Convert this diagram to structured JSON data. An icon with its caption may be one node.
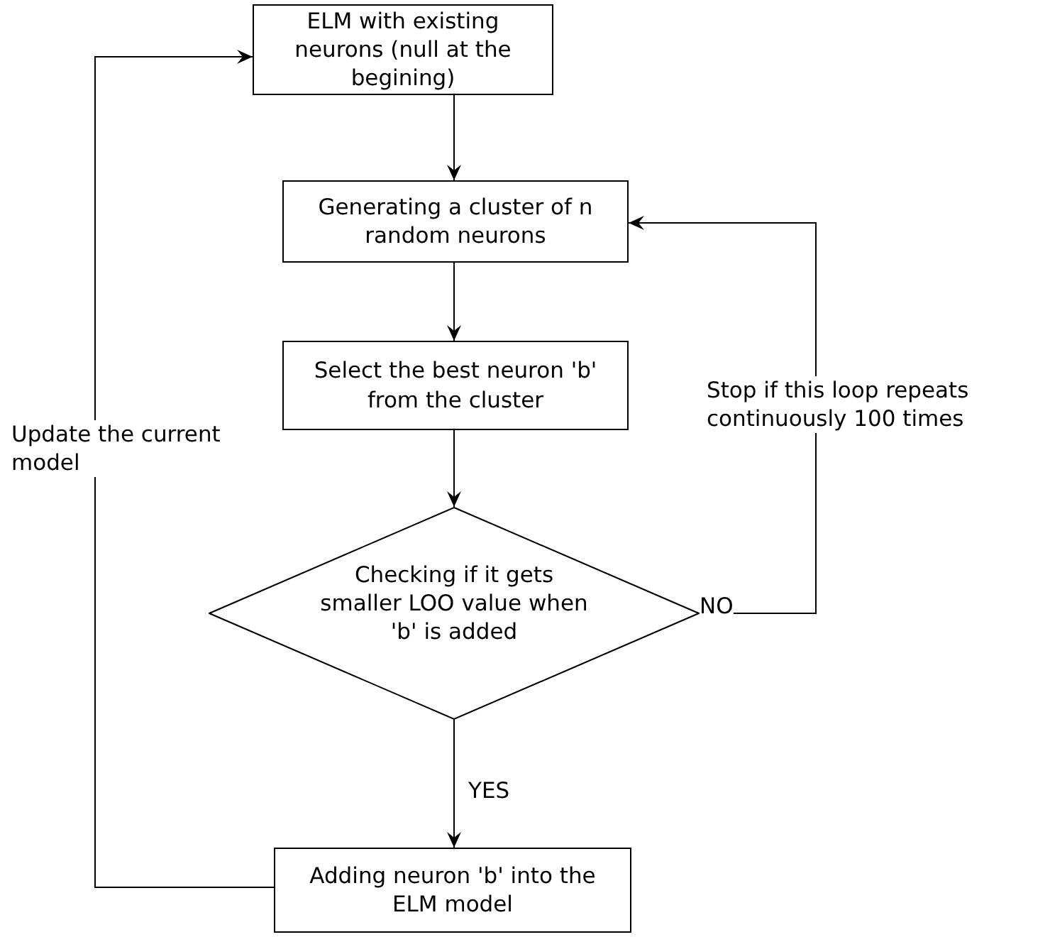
{
  "diagram": {
    "nodes": [
      {
        "text": [
          "ELM with existing neurons (null at the begining)"
        ]
      },
      {
        "text": [
          "Generating a cluster of n random neurons"
        ]
      },
      {
        "text": [
          "Select the best neuron 'b' from the cluster"
        ]
      },
      {
        "text": [
          "Checking if it gets smaller LOO value when 'b' is added"
        ]
      },
      {
        "text": [
          "Adding neuron 'b' into the ELM model"
        ]
      }
    ],
    "edges": [
      {
        "from": 0,
        "to": 1,
        "arrow": "to"
      },
      {
        "from": 1,
        "to": 2,
        "arrow": "to"
      },
      {
        "from": 2,
        "to": 3,
        "arrow": "to"
      },
      {
        "from": 3,
        "to": 4,
        "arrow": "to",
        "label": "YES"
      },
      {
        "from": 3,
        "to": 1,
        "arrow": "to",
        "label": "NO"
      },
      {
        "from": 4,
        "to": 0,
        "arrow": "to"
      }
    ],
    "labels": [
      "Stop if this loop repeats continuously 100 times",
      "Update the current model"
    ]
  }
}
